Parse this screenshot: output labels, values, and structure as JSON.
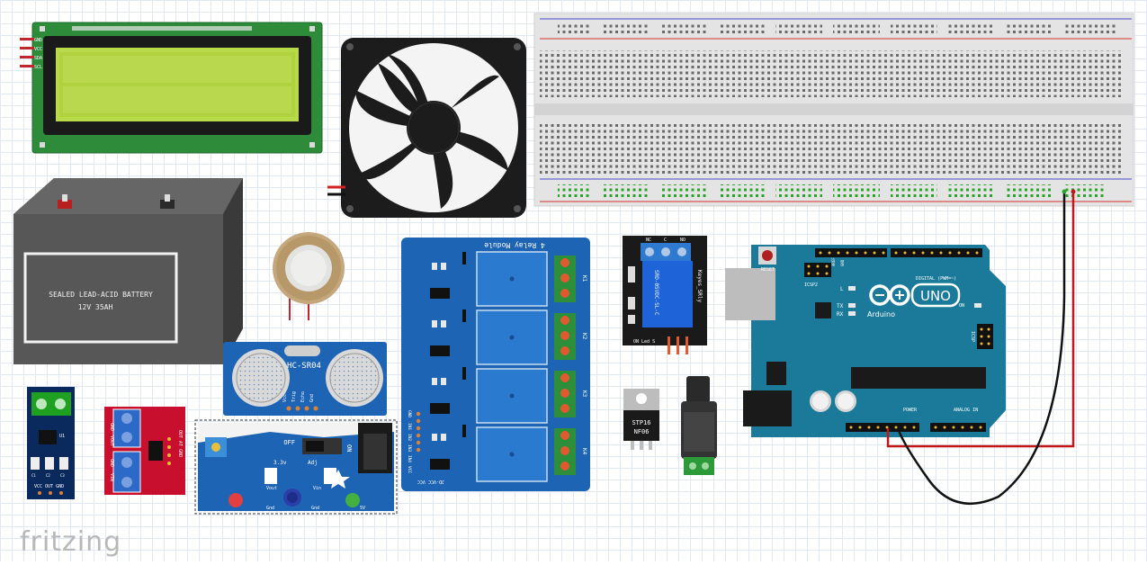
{
  "brand": "fritzing",
  "lcd": {
    "pins": [
      "GND",
      "VCC",
      "SDA",
      "SCL"
    ]
  },
  "battery": {
    "line1": "SEALED LEAD-ACID BATTERY",
    "line2": "12V 35AH"
  },
  "ultrasonic": {
    "title": "HC-SR04",
    "pins": [
      "Vcc",
      "Trig",
      "Echo",
      "Gnd"
    ]
  },
  "relay4": {
    "title": "4 Relay Module",
    "bottom": "JD-VCC  VCC",
    "inputs": [
      "GND",
      "IN1",
      "IN2",
      "IN3",
      "IN4",
      "VCC"
    ],
    "channels": [
      "K1",
      "K2",
      "K3",
      "K4"
    ]
  },
  "relay1": {
    "terminals": [
      "NC",
      "C",
      "NO"
    ],
    "model": "SRD-05VDC-SL-C",
    "brand": "Keyes_SRly",
    "bottom": "ON Led S"
  },
  "mosfet": {
    "line1": "STP16",
    "line2": "NF06"
  },
  "acs": {
    "chip": "U1",
    "pins": "VCC OUT GND",
    "caps": [
      "C1",
      "C2",
      "C3"
    ]
  },
  "voltsensor": {
    "pins1": [
      "GND",
      "VOUT"
    ],
    "pins2": [
      "GND",
      "VIN"
    ],
    "side": "OUT AT GND"
  },
  "regulator": {
    "off": "OFF",
    "on": "ON",
    "v33": "3.3v",
    "adj": "Adj",
    "vout": "Vout",
    "vin": "Vin",
    "gnd1": "Gnd",
    "gnd2": "Gnd",
    "v5": "5V"
  },
  "arduino": {
    "reset": "RESET",
    "icsp2": "ICSP2",
    "model": "UNO",
    "name": "Arduino",
    "digital": "DIGITAL (PWM=~)",
    "analog": "ANALOG IN",
    "power": "POWER",
    "L": "L",
    "TX": "TX",
    "RX": "RX",
    "on": "ON",
    "icsp": "ICSP",
    "aref": "AREF",
    "gnd": "GND"
  }
}
